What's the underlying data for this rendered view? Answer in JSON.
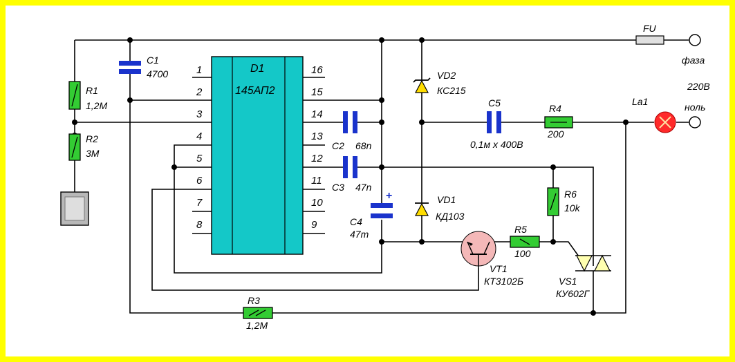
{
  "colors": {
    "background": "#ffff00",
    "canvas": "#ffffff",
    "ic_body": "#14c8c8",
    "resistor": "#33cc33",
    "capacitor": "#1a33cc",
    "diode": "#ffdd00",
    "transistor": "#f4b8b8",
    "thyristor": "#ffffb0",
    "lamp": "#ff2a2a",
    "sensor": "#d0d0d0",
    "wire": "#000000"
  },
  "ic": {
    "ref": "D1",
    "part": "145АП2",
    "left_pins": [
      "1",
      "2",
      "3",
      "4",
      "5",
      "6",
      "7",
      "8"
    ],
    "right_pins": [
      "16",
      "15",
      "14",
      "13",
      "12",
      "11",
      "10",
      "9"
    ]
  },
  "components": {
    "C1": {
      "ref": "C1",
      "value": "4700"
    },
    "R1": {
      "ref": "R1",
      "value": "1,2M"
    },
    "R2": {
      "ref": "R2",
      "value": "3M"
    },
    "C2": {
      "ref": "C2",
      "value": "68n"
    },
    "C3": {
      "ref": "C3",
      "value": "47n"
    },
    "C4": {
      "ref": "C4",
      "value": "47m",
      "polarity": "+"
    },
    "VD2": {
      "ref": "VD2",
      "value": "КС215"
    },
    "VD1": {
      "ref": "VD1",
      "value": "КД103"
    },
    "C5": {
      "ref": "C5",
      "value": "0,1м х 400В"
    },
    "R4": {
      "ref": "R4",
      "value": "200"
    },
    "R6": {
      "ref": "R6",
      "value": "10k"
    },
    "R5": {
      "ref": "R5",
      "value": "100"
    },
    "VT1": {
      "ref": "VT1",
      "value": "КТ3102Б"
    },
    "VS1": {
      "ref": "VS1",
      "value": "КУ602Г"
    },
    "R3": {
      "ref": "R3",
      "value": "1,2M"
    },
    "FU": {
      "ref": "FU"
    },
    "La1": {
      "ref": "La1"
    }
  },
  "terminals": {
    "phase": "фаза",
    "voltage": "220В",
    "neutral": "ноль"
  }
}
